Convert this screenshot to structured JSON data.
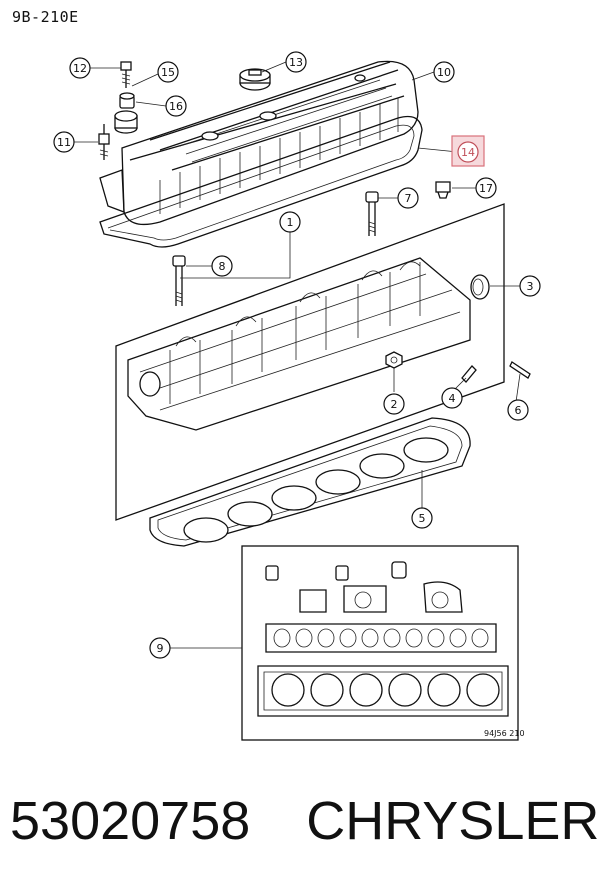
{
  "diagram": {
    "code": "9B-210E",
    "ref": "94J56 210",
    "highlight_callout": "14",
    "callouts": [
      "1",
      "2",
      "3",
      "4",
      "5",
      "6",
      "7",
      "8",
      "9",
      "10",
      "11",
      "12",
      "13",
      "14",
      "15",
      "16",
      "17"
    ]
  },
  "footer": {
    "part_number": "53020758",
    "brand": "CHRYSLER"
  }
}
